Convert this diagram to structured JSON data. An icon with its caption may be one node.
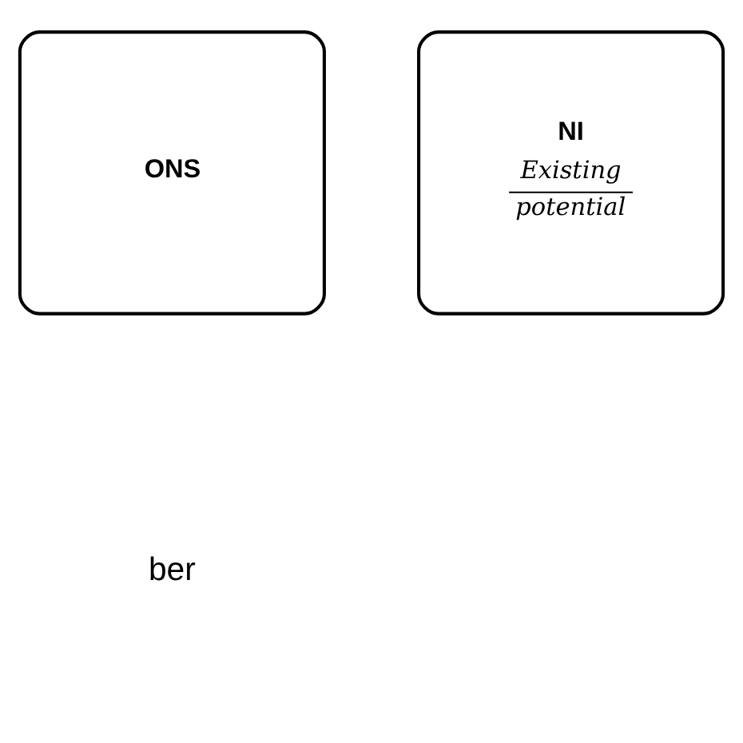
{
  "diagram": {
    "nodes": [
      {
        "text": [
          "ONS"
        ]
      },
      {
        "text": [
          "NI",
          "Existing",
          "potential"
        ]
      }
    ],
    "labels": [
      "ber"
    ]
  }
}
